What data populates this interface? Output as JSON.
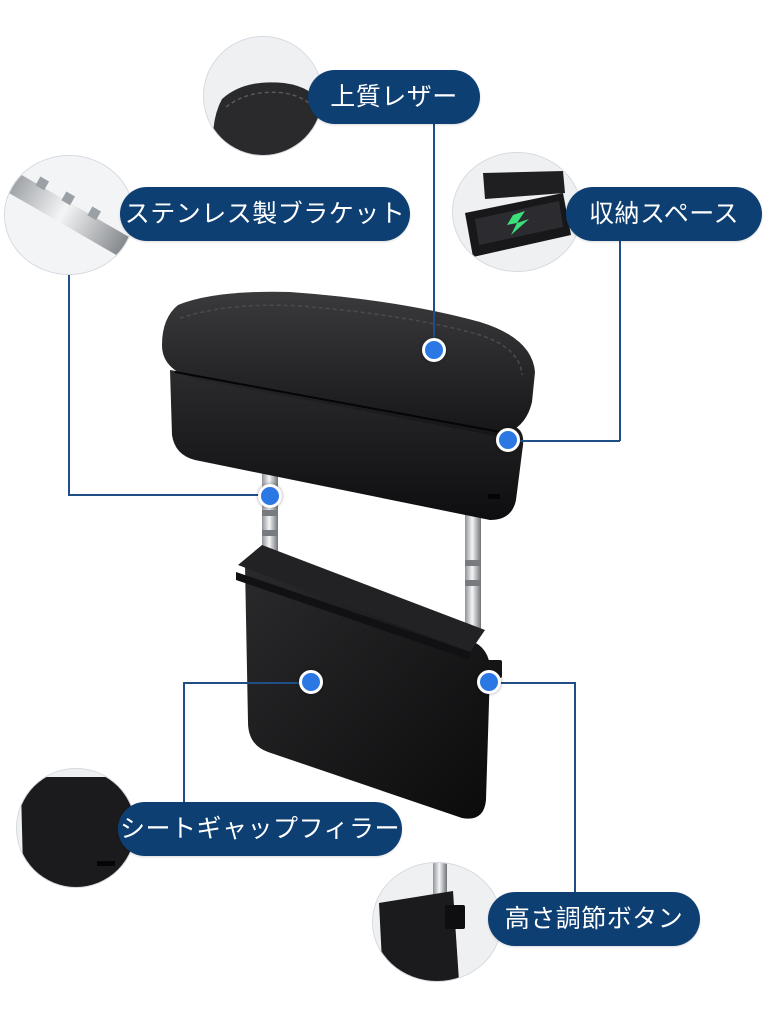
{
  "callouts": {
    "leather": {
      "label": "上質レザー",
      "icon": "leather-texture-icon"
    },
    "bracket": {
      "label": "ステンレス製ブラケット",
      "icon": "stainless-bracket-icon"
    },
    "storage": {
      "label": "収納スペース",
      "icon": "storage-box-icon"
    },
    "filler": {
      "label": "シートギャップフィラー",
      "icon": "gap-filler-icon"
    },
    "button": {
      "label": "高さ調節ボタン",
      "icon": "height-button-icon"
    }
  },
  "colors": {
    "pill": "#0d3f73",
    "dot": "#2b78e4",
    "leader": "#1f4f86",
    "product": "#1c1c1e"
  }
}
